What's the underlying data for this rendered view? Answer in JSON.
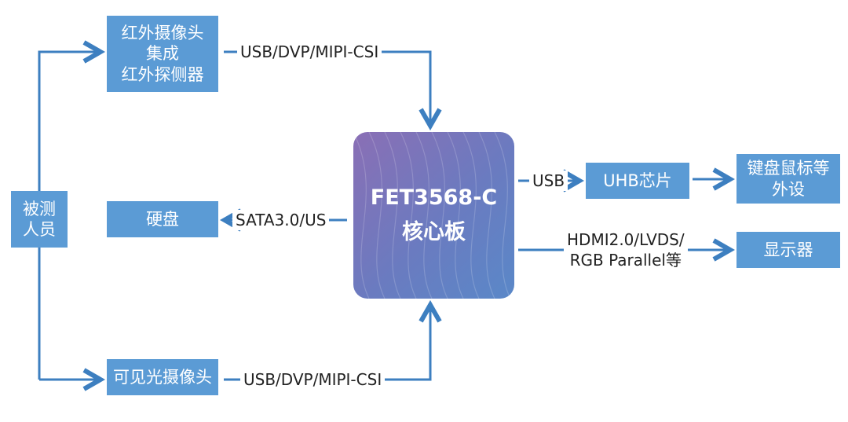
{
  "nodes": {
    "person": "被测\n人员",
    "ir_camera": "红外摄像头\n集成\n红外探侧器",
    "disk": "硬盘",
    "visible_camera": "可见光摄像头",
    "core_title": "FET3568-C",
    "core_subtitle": "核心板",
    "uhb": "UHB芯片",
    "peripherals": "键盘鼠标等\n外设",
    "display": "显示器"
  },
  "edges": {
    "ir_to_core": "USB/DVP/MIPI-CSI",
    "visible_to_core": "USB/DVP/MIPI-CSI",
    "core_to_disk": "SATA3.0/US",
    "core_to_uhb": "USB",
    "core_to_display_line1": "HDMI2.0/LVDS/",
    "core_to_display_line2": "RGB Parallel等"
  },
  "colors": {
    "box": "#5b9bd5",
    "line": "#3d7fc0"
  }
}
